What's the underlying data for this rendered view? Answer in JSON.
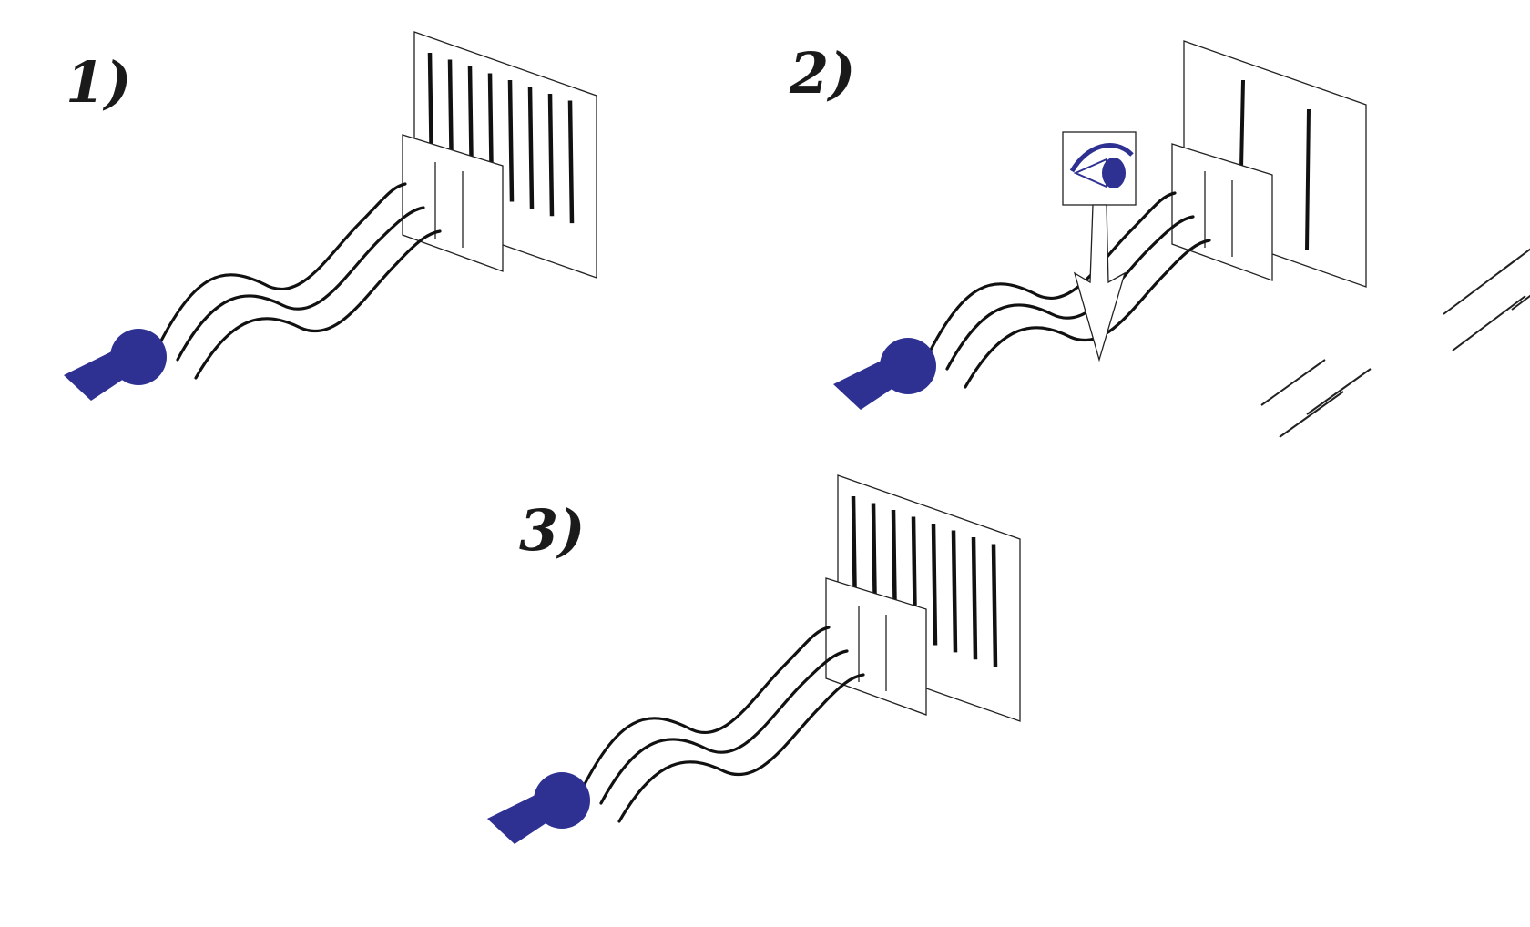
{
  "panels": [
    {
      "id": "panel-1",
      "label": "1)",
      "shows_eye": false,
      "wall_slits": 8,
      "screen_slits": 2
    },
    {
      "id": "panel-2",
      "label": "2)",
      "shows_eye": true,
      "wall_slits": 2,
      "screen_slits": 2
    },
    {
      "id": "panel-3",
      "label": "3)",
      "shows_eye": false,
      "wall_slits": 8,
      "screen_slits": 2
    }
  ],
  "colors": {
    "source": "#2e3192",
    "ink": "#111111",
    "line": "#222222",
    "eye": "#2e3192",
    "background": "#ffffff"
  },
  "icons": {
    "source": "electron-gun-icon",
    "observer": "eye-icon",
    "detector": "detector-screen-icon"
  }
}
